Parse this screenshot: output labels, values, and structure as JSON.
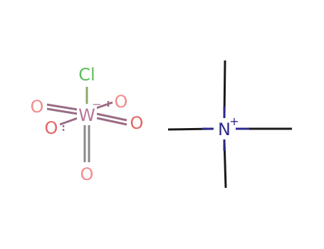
{
  "molecule": {
    "tungstate": {
      "center": {
        "symbol": "W",
        "charge": "−"
      },
      "chlorine": {
        "symbol": "Cl"
      },
      "oxygens": [
        {
          "symbol": "O",
          "lone_pairs": ":"
        },
        {
          "symbol": "O",
          "lone_pairs": ":"
        },
        {
          "symbol": "O",
          "lone_pairs": ""
        },
        {
          "symbol": "O",
          "lone_pairs": ""
        },
        {
          "symbol": "O",
          "lone_pairs": ""
        }
      ]
    },
    "ammonium": {
      "center": {
        "symbol": "N",
        "charge": "+"
      }
    }
  },
  "colors": {
    "tungsten": "#b5779c",
    "oxygen": "#f28b8b",
    "oxygen_dark": "#e36464",
    "chlorine": "#5cbf5c",
    "nitrogen": "#2d2a8a",
    "bond": "#1a1a1a",
    "bond_gray": "#7a7a7a"
  }
}
